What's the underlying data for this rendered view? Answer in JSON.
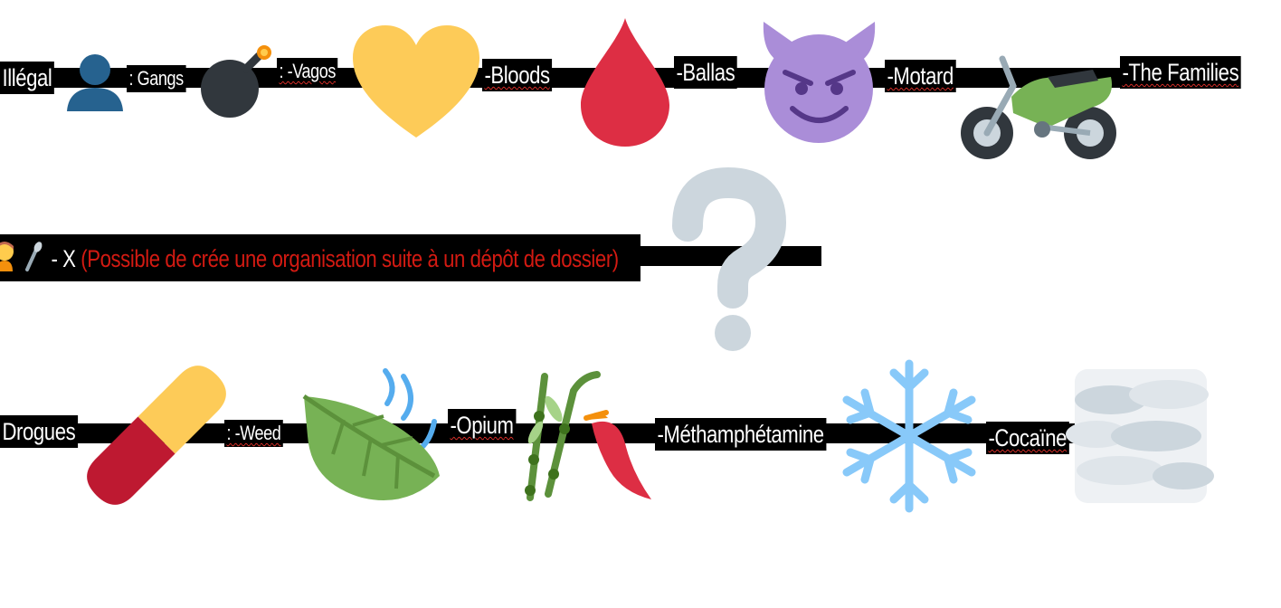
{
  "rows": {
    "illegal": {
      "heading": "Illégal",
      "gangs": ": Gangs",
      "vagos": ": -Vagos",
      "bloods": "-Bloods",
      "ballas": "-Ballas",
      "motard": "-Motard",
      "families": "-The Families"
    },
    "organisation": {
      "prefix": "- X",
      "note": "(Possible de crée une organisation suite à un dépôt de dossier)"
    },
    "drogues": {
      "heading": "Drogues",
      "weed": ": -Weed",
      "opium": "-Opium",
      "meth": "-Méthamphétamine",
      "cocaine": "-Cocaïne"
    }
  },
  "icons": {
    "row1": [
      "bust-silhouette-icon",
      "bomb-icon",
      "yellow-heart-icon",
      "drop-of-blood-icon",
      "smiling-devil-icon",
      "motorcycle-icon"
    ],
    "row2": [
      "person-icon",
      "microphone-icon",
      "question-mark-icon"
    ],
    "row3": [
      "pill-icon",
      "leaf-fluttering-in-wind-icon",
      "herb-stalks-icon",
      "hot-pepper-icon",
      "snowflake-icon",
      "fog-icon"
    ]
  },
  "colors": {
    "label_bg": "#000000",
    "label_text": "#ffffff",
    "note_red": "#d31a12"
  }
}
